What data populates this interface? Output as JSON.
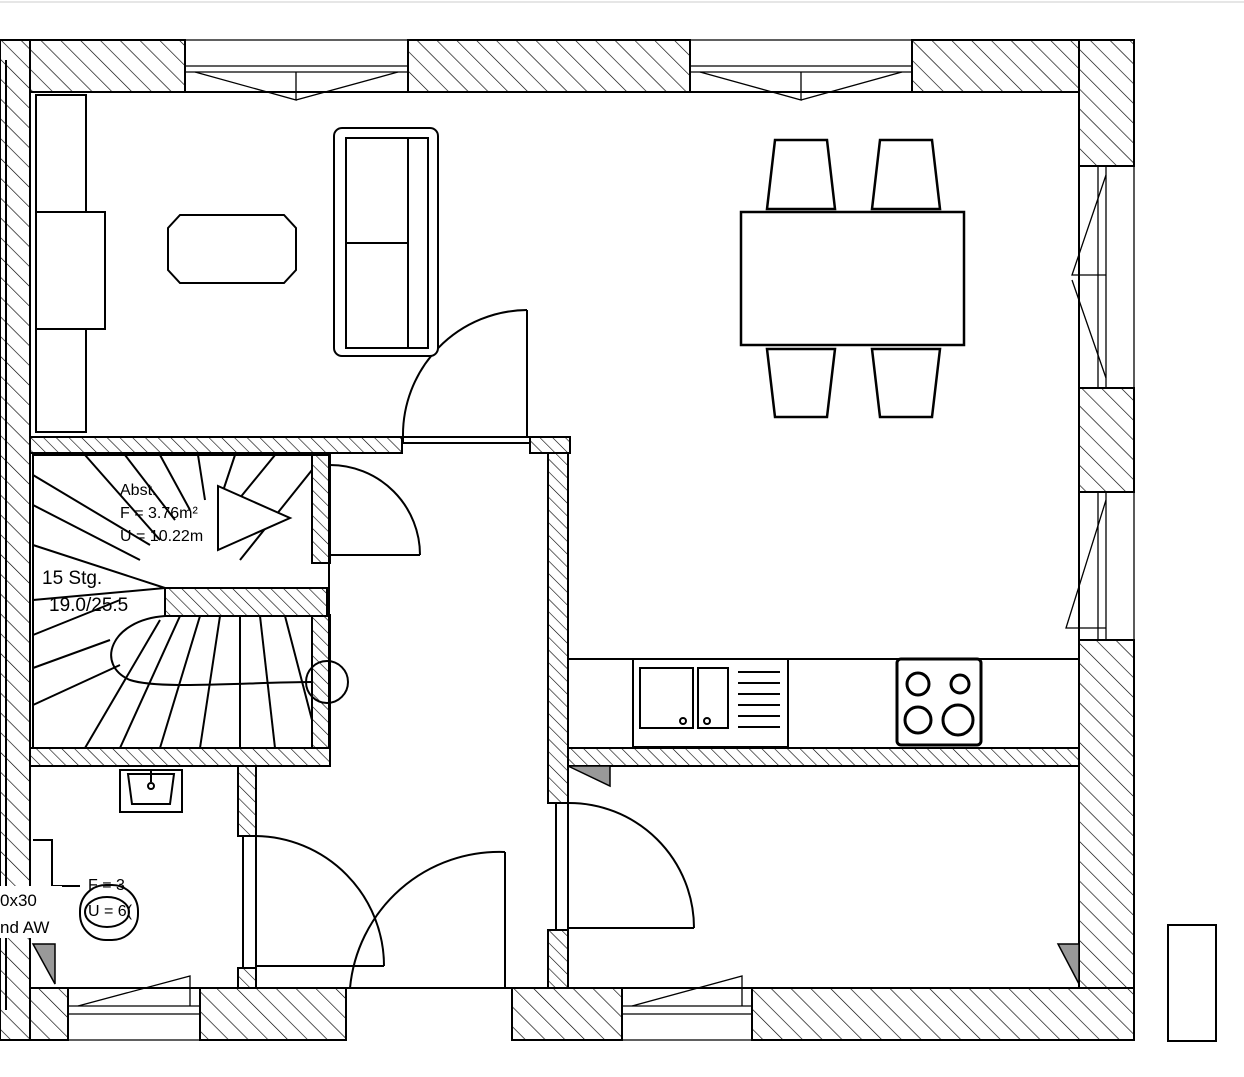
{
  "labels": {
    "stair_area_title": "Abst.",
    "stair_area_f": "F = 3.76m²",
    "stair_area_u": "U = 10.22m",
    "stair_steps": "15 Stg.",
    "stair_ratio": "19.0/25.5",
    "bath_dim": "0x30",
    "bath_wall": "nd AW",
    "bath_f": "F = 3",
    "bath_u": "U = 6("
  },
  "colors": {
    "line": "#000000",
    "hatch": "#000000",
    "paper": "#ffffff",
    "triangle_fill": "#999999"
  }
}
